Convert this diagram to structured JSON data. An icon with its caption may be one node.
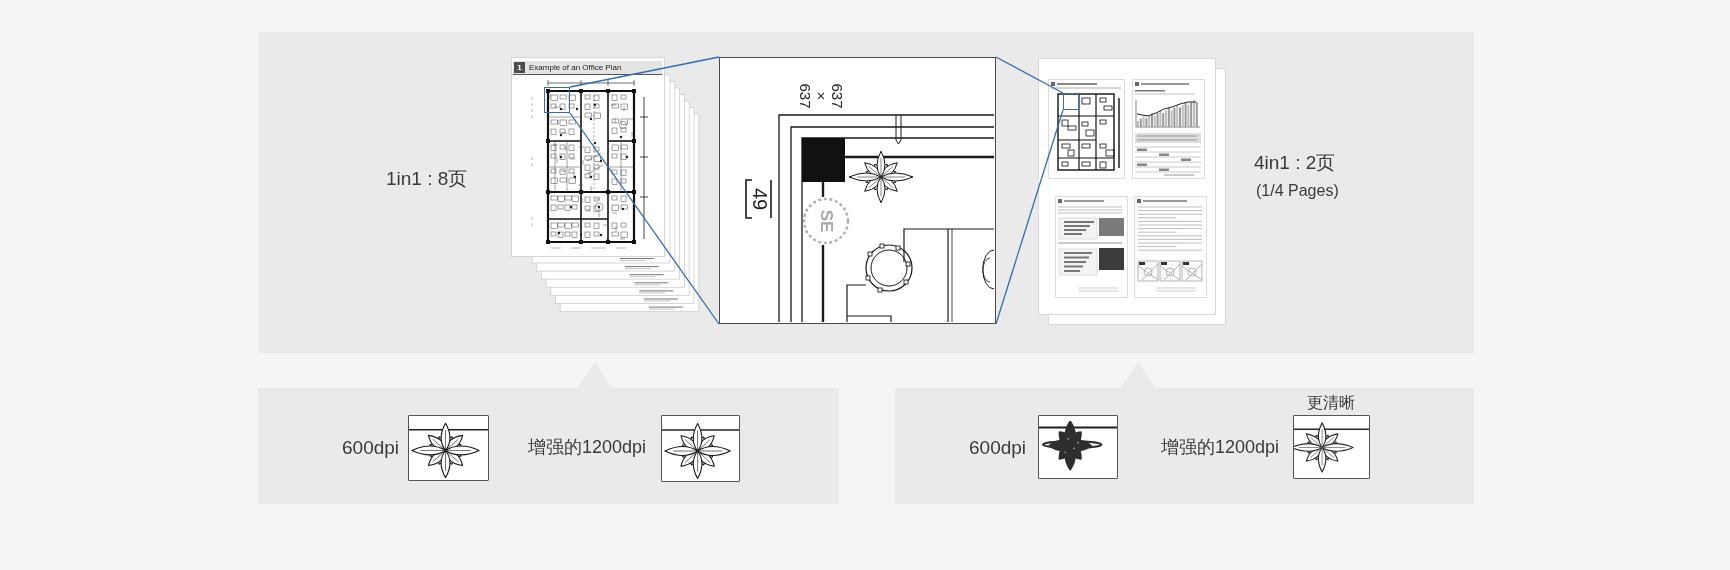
{
  "diagram": {
    "nodes": [
      {
        "text": [
          "1in1 : 8页",
          "4in1 : 2页",
          "(1/4 Pages)"
        ]
      },
      {
        "text": [
          "1",
          "Example of an Office Plan"
        ],
        "in": 0
      },
      {
        "text": [],
        "shape": "box",
        "in": 1
      },
      {
        "text": [
          "637 × 637",
          "49",
          "SE"
        ],
        "in": 0
      },
      {
        "text": [],
        "shape": "box",
        "in": 0
      },
      {
        "text": [
          "600dpi",
          "增强的1200dpi"
        ]
      },
      {
        "text": [
          "600dpi",
          "增强的1200dpi",
          "更清晰"
        ]
      }
    ],
    "edges": [
      {
        "from": 2,
        "to": 3,
        "arrow": "none"
      },
      {
        "from": 2,
        "to": 3,
        "arrow": "none"
      },
      {
        "from": 3,
        "to": 4,
        "arrow": "none"
      },
      {
        "from": 3,
        "to": 4,
        "arrow": "none"
      }
    ]
  }
}
